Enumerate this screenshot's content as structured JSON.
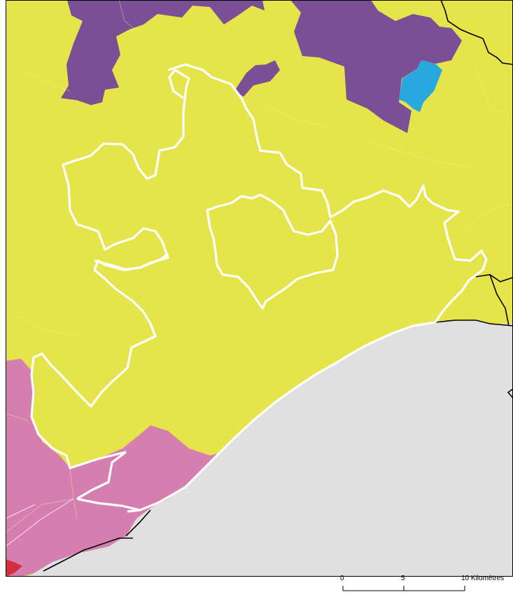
{
  "colors": {
    "yellow": "#e5e44b",
    "purple": "#7b4f96",
    "pink": "#d57fb0",
    "blue": "#29a8e0",
    "red": "#d32f3f",
    "sea": "#e0e0e0",
    "boundary": "#ffffff",
    "border": "#000000"
  },
  "scale_bar": {
    "ticks": [
      "0",
      "5",
      "10 Kilomètres"
    ]
  }
}
